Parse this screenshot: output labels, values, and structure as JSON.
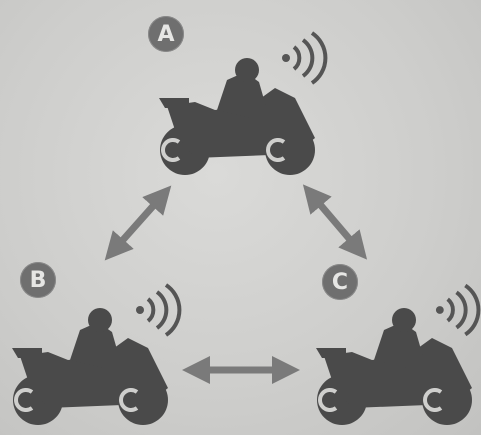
{
  "nodes": [
    {
      "id": "A",
      "label": "A"
    },
    {
      "id": "B",
      "label": "B"
    },
    {
      "id": "C",
      "label": "C"
    }
  ],
  "connections": [
    {
      "from": "A",
      "to": "B",
      "direction": "bidirectional"
    },
    {
      "from": "A",
      "to": "C",
      "direction": "bidirectional"
    },
    {
      "from": "B",
      "to": "C",
      "direction": "bidirectional"
    }
  ],
  "icons": {
    "vehicle": "motorcycle-rider-icon",
    "signal": "wireless-signal-icon",
    "connection": "double-arrow-icon"
  },
  "colors": {
    "background": "#cfcfcd",
    "silhouette": "#4a4a4a",
    "badge": "#6f6f6f",
    "badge_text": "#e6e6e4",
    "arrow": "#7a7a7a"
  }
}
